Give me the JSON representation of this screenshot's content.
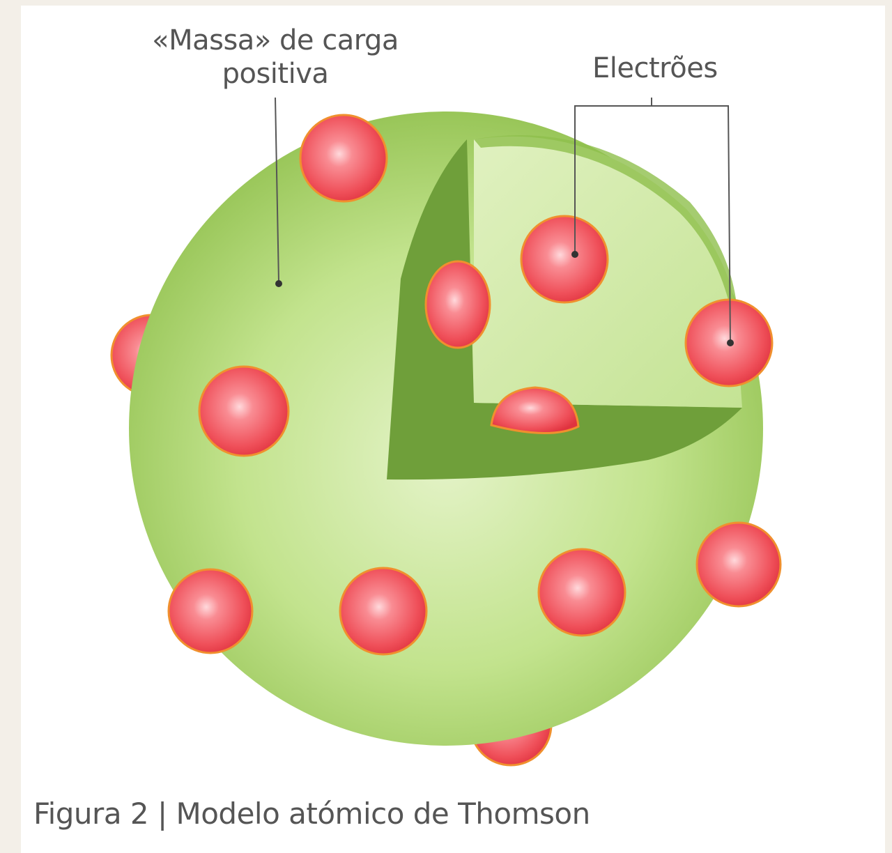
{
  "labels": {
    "mass_line1": "«Massa» de carga",
    "mass_line2": "positiva",
    "electrons": "Electrões"
  },
  "caption": "Figura 2 | Modelo atómico de Thomson",
  "colors": {
    "sphere_light": "#d6ecb0",
    "sphere_mid": "#a8d468",
    "sphere_dark": "#7cae3c",
    "cut_face_dark": "#6f9f3a",
    "cut_face_light": "#d3ebaa",
    "electron": "#ef4f59",
    "electron_edge": "#f08a2a",
    "leader_line": "#555555"
  }
}
